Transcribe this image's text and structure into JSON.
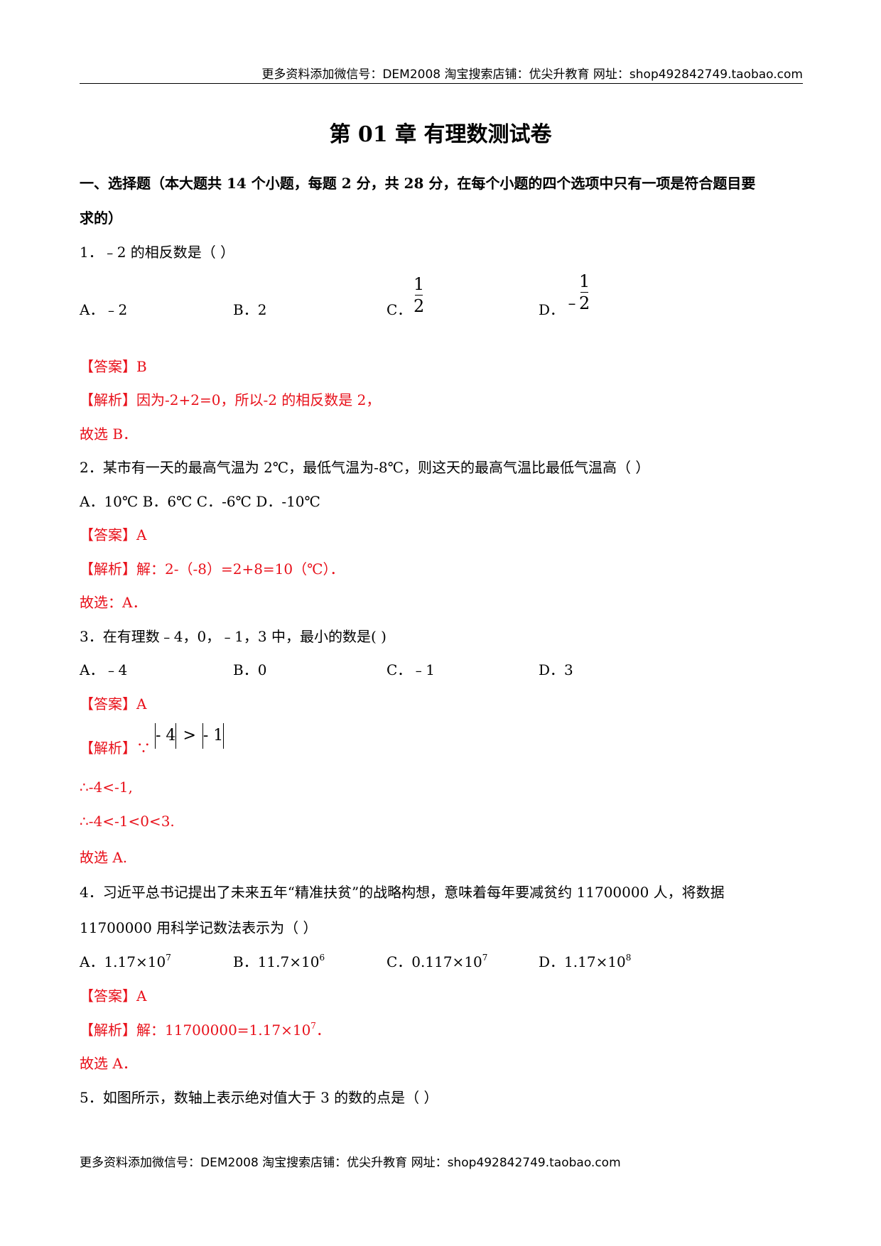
{
  "header": {
    "text": "更多资料添加微信号：DEM2008  淘宝搜索店铺：优尖升教育 网址：shop492842749.taobao.com"
  },
  "footer": {
    "text": "更多资料添加微信号：DEM2008  淘宝搜索店铺：优尖升教育 网址：shop492842749.taobao.com"
  },
  "title": "第 01 章  有理数测试卷",
  "section1": {
    "line1": "一、选择题（本大题共 14 个小题，每题 2 分，共 28 分，在每个小题的四个选项中只有一项是符合题目要",
    "line2": "求的）"
  },
  "q1": {
    "stem": "1．﹣2 的相反数是（    ）",
    "a": "A．﹣2",
    "b": "B．2",
    "c": "C．",
    "d": "D．",
    "d_sign": "﹣",
    "num": "1",
    "den": "2",
    "answer": "【答案】B",
    "analysis": "【解析】因为-2+2=0，所以-2 的相反数是 2，",
    "choose": "故选 B．"
  },
  "q2": {
    "stem": "2．某市有一天的最高气温为 2℃，最低气温为-8℃，则这天的最高气温比最低气温高（        ）",
    "options": "A．10℃   B．6℃   C．-6℃   D．-10℃",
    "answer": "【答案】A",
    "analysis": "【解析】解：2-（-8）=2+8=10（℃）．",
    "choose": "故选：A．"
  },
  "q3": {
    "stem": "3．在有理数﹣4，0，﹣1，3 中，最小的数是(       )",
    "a": "A．﹣4",
    "b": "B．0",
    "c": "C．﹣1",
    "d": "D．3",
    "answer": "【答案】A",
    "analysis_label": "【解析】∵",
    "abs1": "- 4",
    "gt": ">",
    "abs2": "- 1",
    "step1": "∴-4<-1,",
    "step2": "∴-4<-1<0<3.",
    "choose": "故选 A."
  },
  "q4": {
    "stem1": "4．习近平总书记提出了未来五年“精准扶贫”的战略构想，意味着每年要减贫约 11700000 人，将数据",
    "stem2": "11700000 用科学记数法表示为（        ）",
    "a": "A．1.17×10",
    "a_exp": "7",
    "b": "B．11.7×10",
    "b_exp": "6",
    "c": "C．0.117×10",
    "c_exp": "7",
    "d": "D．1.17×10",
    "d_exp": "8",
    "answer": "【答案】A",
    "analysis": "【解析】解：11700000=1.17×10",
    "analysis_exp": "7",
    "analysis_end": "．",
    "choose": "故选 A．"
  },
  "q5": {
    "stem": "5．如图所示，数轴上表示绝对值大于 3 的数的点是（        ）"
  }
}
